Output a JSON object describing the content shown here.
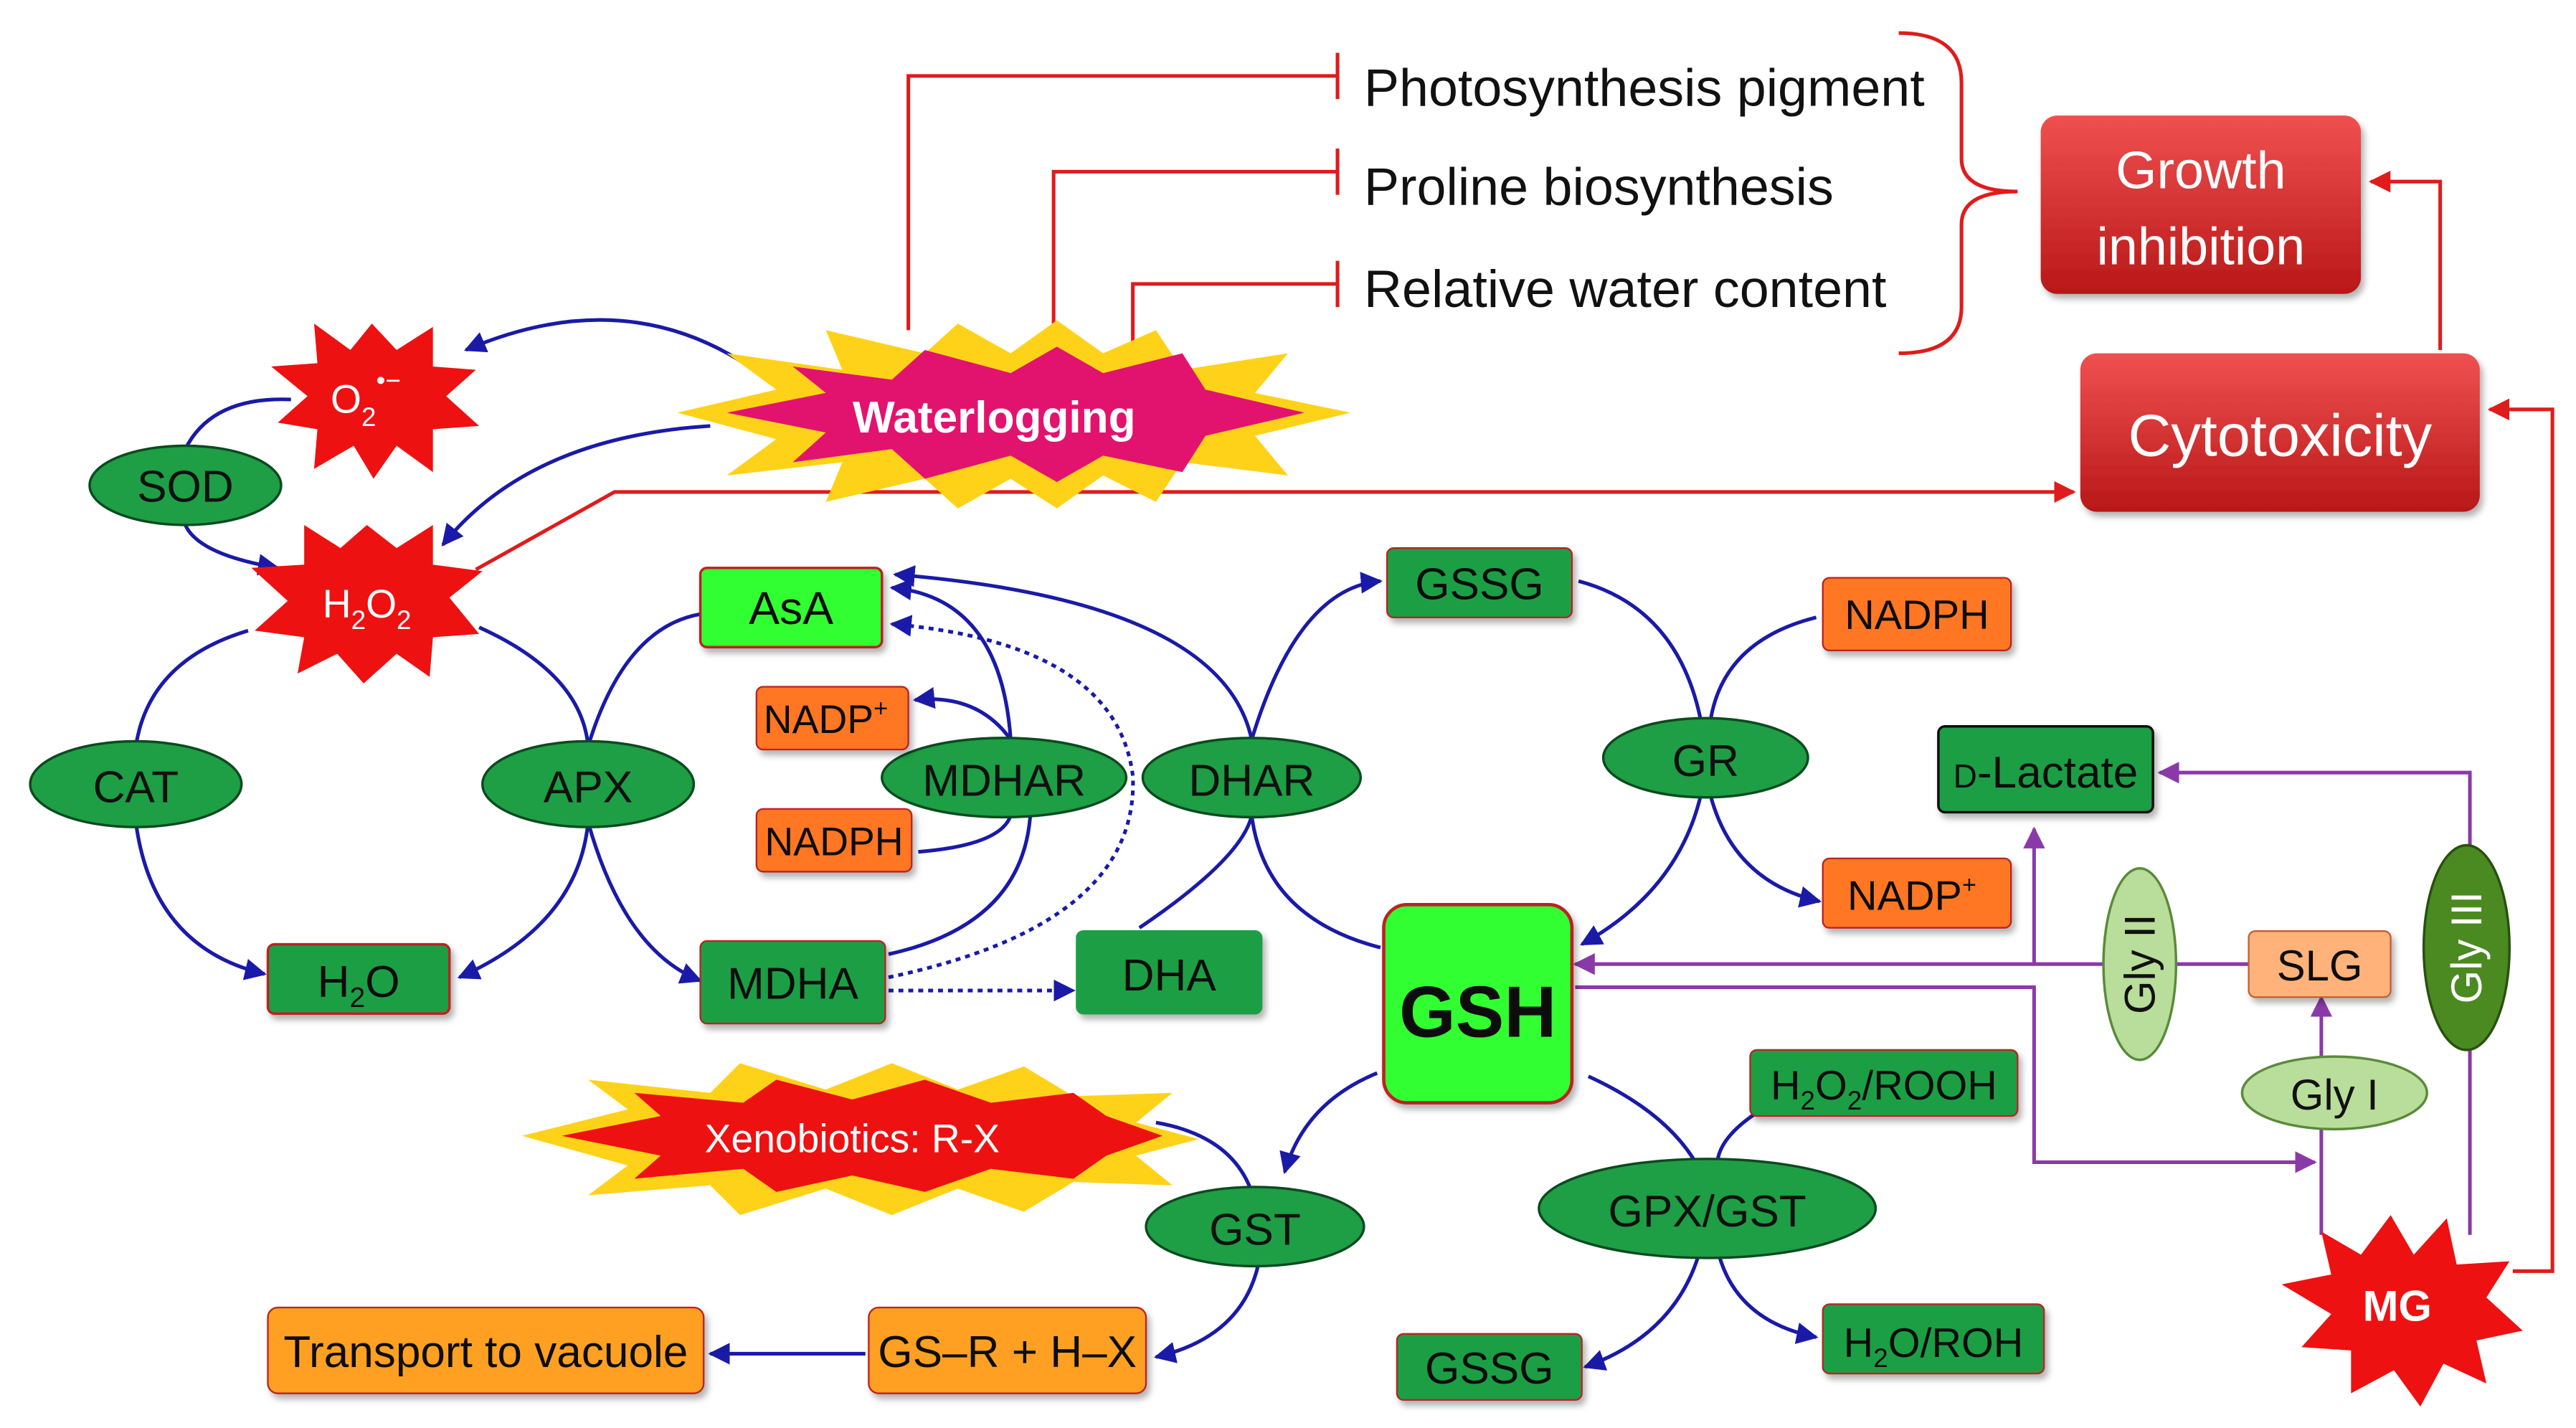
{
  "stressor": "Waterlogging",
  "effects": {
    "photosynthesis": "Photosynthesis pigment",
    "proline": "Proline biosynthesis",
    "water_content": "Relative water content"
  },
  "outcomes": {
    "growth_line1": "Growth",
    "growth_line2": "inhibition",
    "cytotoxicity": "Cytotoxicity"
  },
  "ros": {
    "superoxide_base": "O",
    "superoxide_sub": "2",
    "superoxide_sup": "•−",
    "h2o2_h": "H",
    "h2o2_sub1": "2",
    "h2o2_o": "O",
    "h2o2_sub2": "2"
  },
  "enzymes": {
    "sod": "SOD",
    "cat": "CAT",
    "apx": "APX",
    "mdhar": "MDHAR",
    "dhar": "DHAR",
    "gr": "GR",
    "gst": "GST",
    "gpx_gst": "GPX/GST",
    "gly1": "Gly I",
    "gly2": "Gly II",
    "gly3": "Gly III"
  },
  "metabolites": {
    "water_h": "H",
    "water_sub": "2",
    "water_o": "O",
    "asa": "AsA",
    "mdha": "MDHA",
    "dha": "DHA",
    "gssg_top": "GSSG",
    "gssg_bottom": "GSSG",
    "gsh": "GSH",
    "nadp_plus_left_base": "NADP",
    "nadp_plus_left_sup": "+",
    "nadph_left": "NADPH",
    "nadph_right": "NADPH",
    "nadp_plus_right_base": "NADP",
    "nadp_plus_right_sup": "+",
    "d_lactate_prefix": "D",
    "d_lactate_rest": "-Lactate",
    "slg": "SLG",
    "peroxide_h": "H",
    "peroxide_sub1": "2",
    "peroxide_o": "O",
    "peroxide_sub2": "2",
    "peroxide_rest": "/ROOH",
    "product_h": "H",
    "product_sub": "2",
    "product_rest": "O/ROH",
    "mg": "MG"
  },
  "detox": {
    "xenobiotics": "Xenobiotics: R-X",
    "gs_r": "GS–R + H–X",
    "vacuole": "Transport to vacuole"
  },
  "colors": {
    "green_box": "#1e9e45",
    "bright_green": "#33ff33",
    "light_green": "#b9dd9a",
    "orange_box": "#ff7722",
    "light_orange": "#ffb27a",
    "red_box": "#d62b2b",
    "red_line": "#e01b1b",
    "blue_arrow": "#1a1aa8",
    "purple_line": "#8a3aa8",
    "dark_olive": "#4a8a20"
  }
}
